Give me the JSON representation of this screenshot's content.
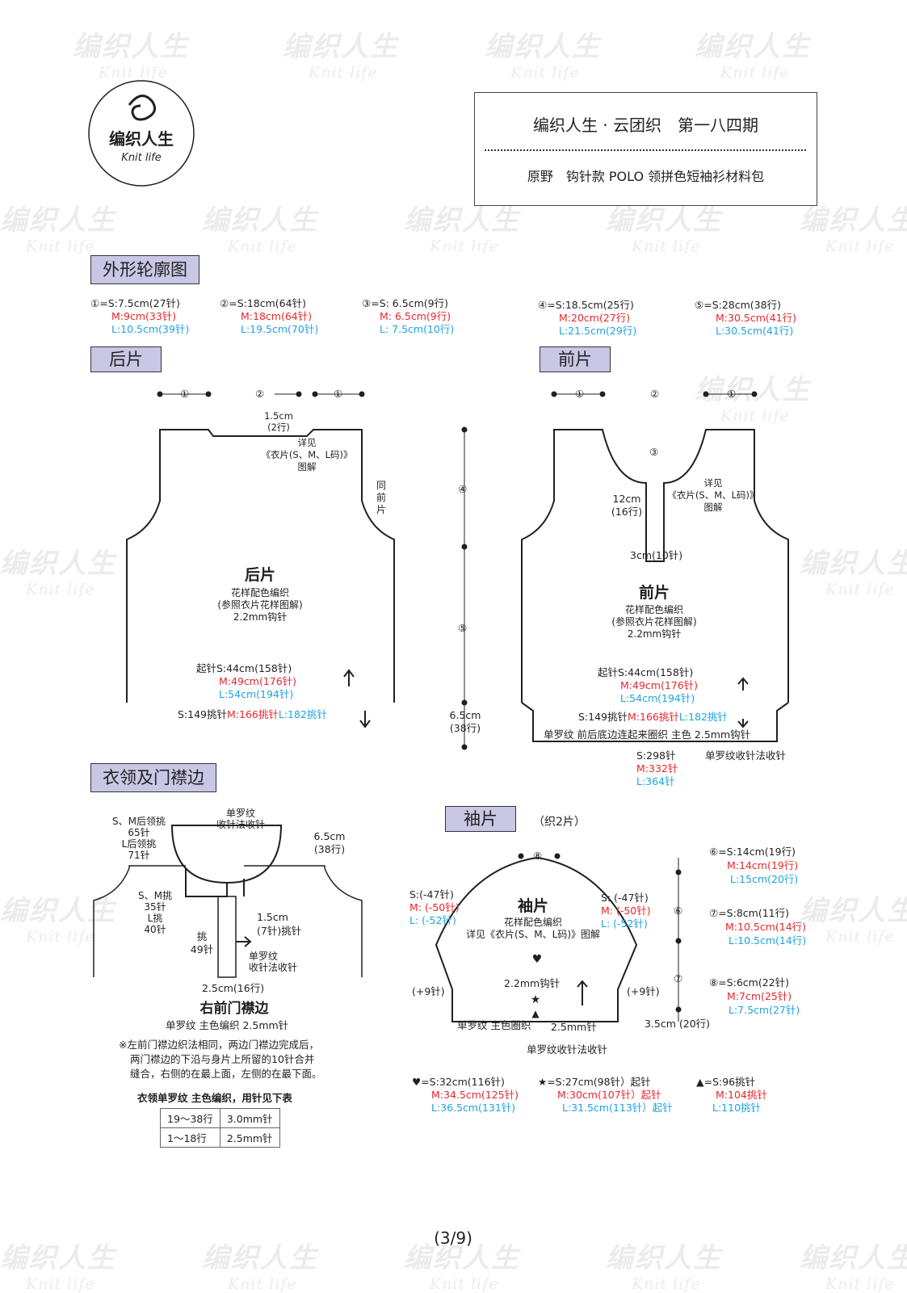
{
  "header": {
    "logo_text": "编织人生",
    "logo_sub": "Knit life",
    "title": "编织人生 · 云团织　第一八四期",
    "subtitle": "原野　钩针款 POLO 领拼色短袖衫材料包"
  },
  "sections": {
    "outline": "外形轮廓图",
    "back": "后片",
    "front": "前片",
    "collar": "衣领及门襟边",
    "sleeve": "袖片",
    "sleeve_note": "（织2片）"
  },
  "legend": {
    "m1": {
      "mark": "①",
      "s": "=S:7.5cm(27针)",
      "m": "M:9cm(33针)",
      "l": "L:10.5cm(39针)"
    },
    "m2": {
      "mark": "②",
      "s": "=S:18cm(64针)",
      "m": "M:18cm(64针)",
      "l": "L:19.5cm(70针)"
    },
    "m3": {
      "mark": "③",
      "s": "=S:  6.5cm(9行)",
      "m": "M:  6.5cm(9行)",
      "l": "L:  7.5cm(10行)"
    },
    "m4": {
      "mark": "④",
      "s": "=S:18.5cm(25行)",
      "m": "M:20cm(27行)",
      "l": "L:21.5cm(29行)"
    },
    "m5": {
      "mark": "⑤",
      "s": "=S:28cm(38行)",
      "m": "M:30.5cm(41行)",
      "l": "L:30.5cm(41行)"
    }
  },
  "back_piece": {
    "mark1": "①",
    "mark2": "②",
    "neck_depth": "1.5cm",
    "neck_rows": "(2行)",
    "ref_note": [
      "详见",
      "《衣片(S、M、L码)》",
      "图解"
    ],
    "same_front": "同前片",
    "name": "后片",
    "desc": [
      "花样配色编织",
      "(参照衣片花样图解)",
      "2.2mm钩针"
    ],
    "cast_s": "起针S:44cm(158针)",
    "cast_m": "M:49cm(176针)",
    "cast_l": "L:54cm(194针)",
    "pick_s": "S:149挑针",
    "pick_m": "M:166挑针",
    "pick_l": "L:182挑针"
  },
  "mid_dims": {
    "m4": "④",
    "m5": "⑤",
    "rib": "6.5cm",
    "rib_rows": "(38行)"
  },
  "front_piece": {
    "mark3": "③",
    "placket_len": "12cm",
    "placket_rows": "(16行)",
    "ref_note": [
      "详见",
      "《衣片(S、M、L码)》",
      "图解"
    ],
    "placket_w": "3cm(10针)",
    "name": "前片",
    "desc": [
      "花样配色编织",
      "(参照衣片花样图解)",
      "2.2mm钩针"
    ],
    "cast_s": "起针S:44cm(158针)",
    "cast_m": "M:49cm(176针)",
    "cast_l": "L:54cm(194针)",
    "pick_s": "S:149挑针",
    "pick_m": "M:166挑针",
    "pick_l": "L:182挑针",
    "rib_note": "单罗纹  前后底边连起来圈织  主色  2.5mm钩针",
    "bottom_s": "S:298针",
    "bottom_m": "M:332针",
    "bottom_l": "L:364针",
    "dec_note": "单罗纹收针法收针"
  },
  "collar": {
    "rib_dec": [
      "单罗纹",
      "收针法收针"
    ],
    "back_pick": [
      "S、M后领挑",
      "65针",
      "L后领挑",
      "71针"
    ],
    "height": "6.5cm",
    "height_rows": "(38行)",
    "side_pick": [
      "S、M挑",
      "35针",
      "L挑",
      "40针"
    ],
    "placket_w": "1.5cm",
    "placket_st": "(7针)挑针",
    "pick49": [
      "挑",
      "49针"
    ],
    "rib_dec2": [
      "单罗纹",
      "收针法收针"
    ],
    "placket_len": "2.5cm(16行)",
    "name": "右前门襟边",
    "desc": "单罗纹  主色编织  2.5mm针",
    "note": [
      "※左前门襟边织法相同，两边门襟边完成后，",
      "两门襟边的下沿与身片上所留的10针合并",
      "缝合，右侧的在最上面，左侧的在最下面。"
    ],
    "table_title": "衣领单罗纹 主色编织，用针见下表",
    "table_rows": [
      [
        "19～38行",
        "3.0mm针"
      ],
      [
        "1～18行",
        "2.5mm针"
      ]
    ]
  },
  "sleeve": {
    "mark8": "⑧",
    "left_s": "S:(-47针)",
    "left_m": "M: (-50针)",
    "left_l": "L: (-52针)",
    "right_s": "S:  (-47针)",
    "right_m": "M:  (-50针)",
    "right_l": "L:  (-52针)",
    "name": "袖片",
    "desc": [
      "花样配色编织",
      "详见《衣片(S、M、L码)》图解"
    ],
    "hook": "2.2mm钩针",
    "plus9a": "(+9针)",
    "plus9b": "(+9针)",
    "rib": "单罗纹  主色圈织",
    "rib_hook": "2.5mm针",
    "dec": "单罗纹收针法收针",
    "m6": "⑥",
    "m7": "⑦",
    "cuff": "3.5cm (20行)"
  },
  "sleeve_legend": {
    "m6": {
      "s": "⑥=S:14cm(19行)",
      "m": "M:14cm(19行)",
      "l": "L:15cm(20行)"
    },
    "m7": {
      "s": "⑦=S:8cm(11行)",
      "m": "M:10.5cm(14行)",
      "l": "L:10.5cm(14行)"
    },
    "m8": {
      "s": "⑧=S:6cm(22针)",
      "m": "M:7cm(25针)",
      "l": "L:7.5cm(27针)"
    }
  },
  "bottom_legend": {
    "heart": {
      "s": "♥=S:32cm(116针)",
      "m": "M:34.5cm(125针)",
      "l": "L:36.5cm(131针)"
    },
    "star": {
      "s": "★=S:27cm(98针）起针",
      "m": "M:30cm(107针）起针",
      "l": "L:31.5cm(113针）起针"
    },
    "tri": {
      "s": "▲=S:96挑针",
      "m": "M:104挑针",
      "l": "L:110挑针"
    }
  },
  "page_no": "(3/9)",
  "colors": {
    "section_bg": "#c9c7e6",
    "red": "#e8262b",
    "blue": "#1ea3e0"
  }
}
